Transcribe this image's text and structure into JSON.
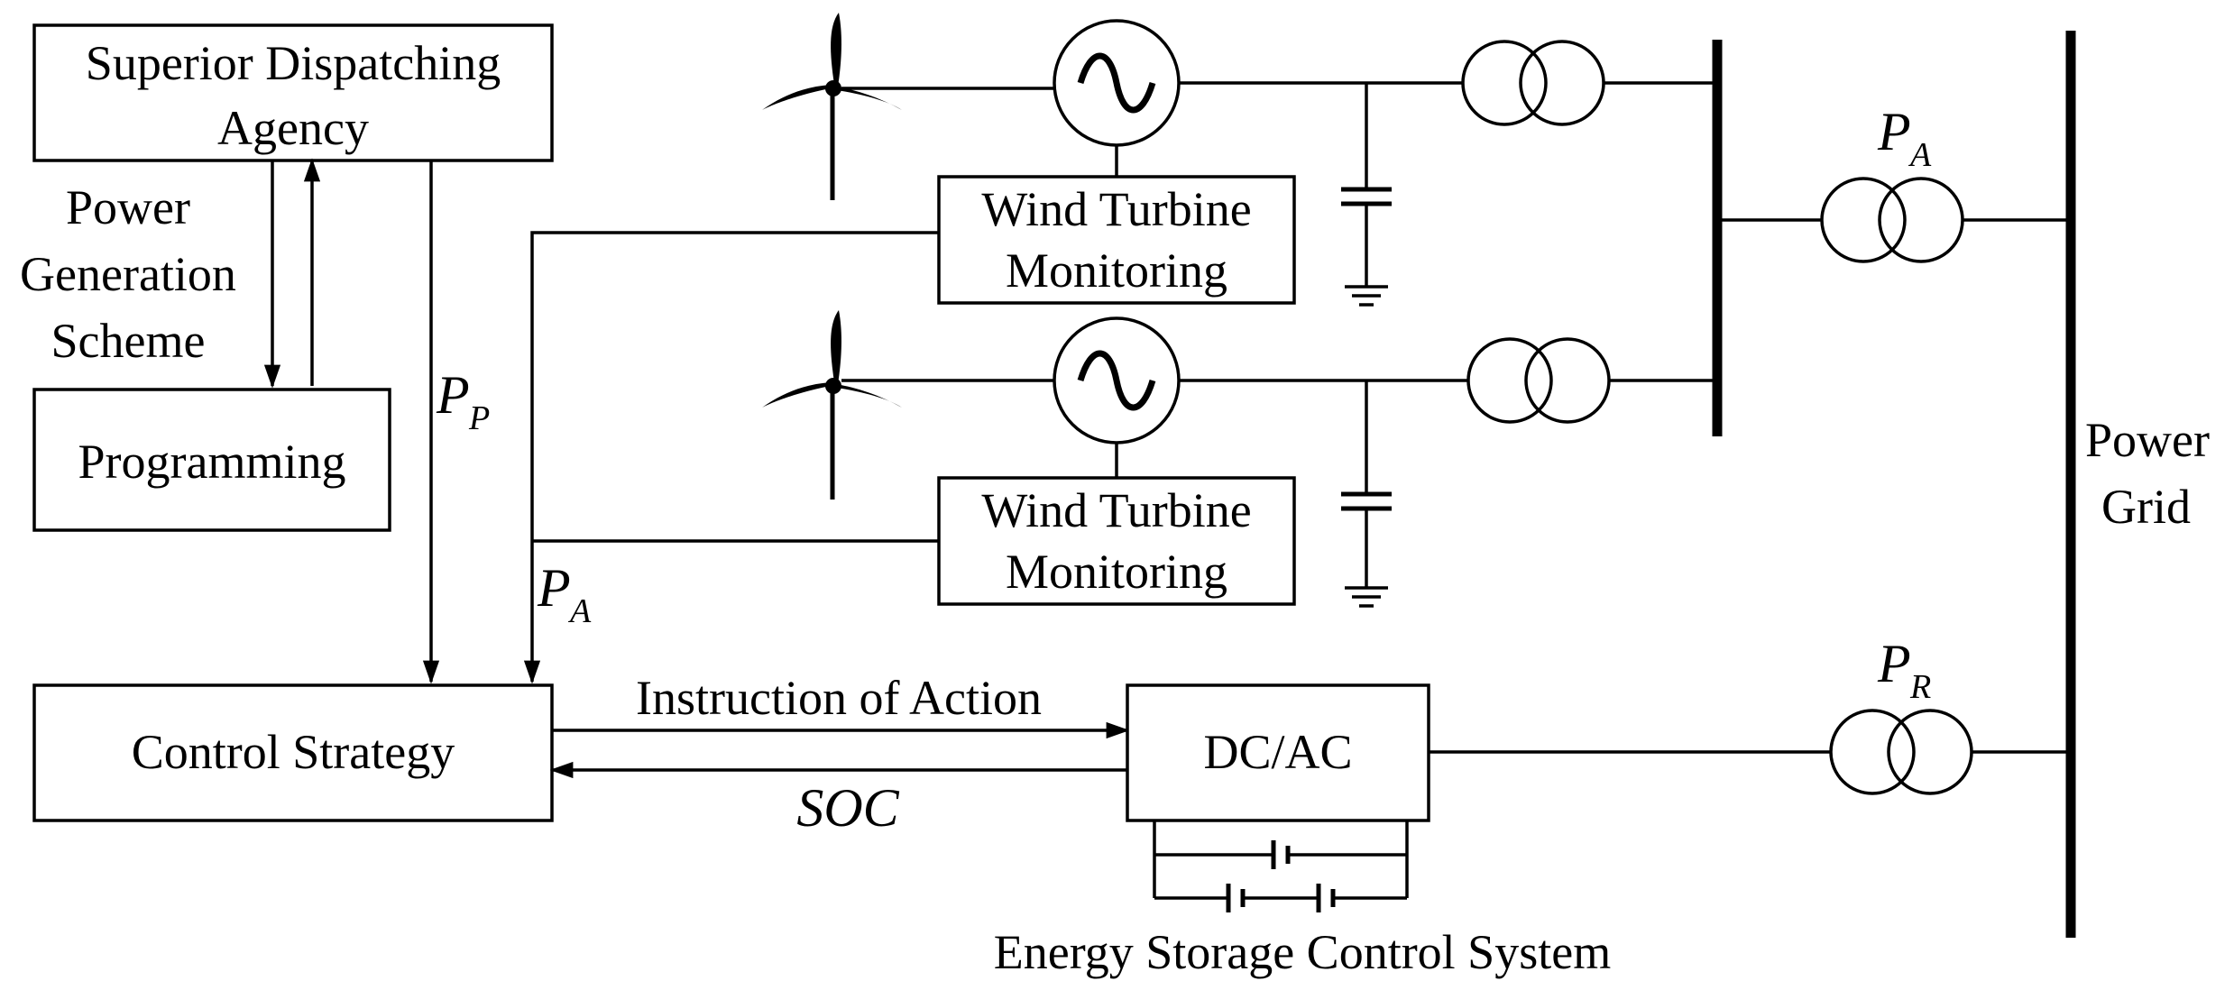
{
  "boxes": {
    "dispatch": [
      "Superior Dispatching",
      "Agency"
    ],
    "programming": "Programming",
    "control_strategy": "Control Strategy",
    "wt_monitor_1": [
      "Wind Turbine",
      "Monitoring"
    ],
    "wt_monitor_2": [
      "Wind Turbine",
      "Monitoring"
    ],
    "dcac": "DC/AC"
  },
  "labels": {
    "power_generation_scheme": [
      "Power",
      "Generation",
      "Scheme"
    ],
    "instruction_of_action": "Instruction of Action",
    "soc": "SOC",
    "energy_storage_control_system": "Energy Storage Control System",
    "power_grid": [
      "Power",
      "Grid"
    ]
  },
  "symbols": {
    "pp": {
      "main": "P",
      "sub": "P"
    },
    "pa_left": {
      "main": "P",
      "sub": "A"
    },
    "pa_grid": {
      "main": "P",
      "sub": "A"
    },
    "pr": {
      "main": "P",
      "sub": "R"
    }
  }
}
